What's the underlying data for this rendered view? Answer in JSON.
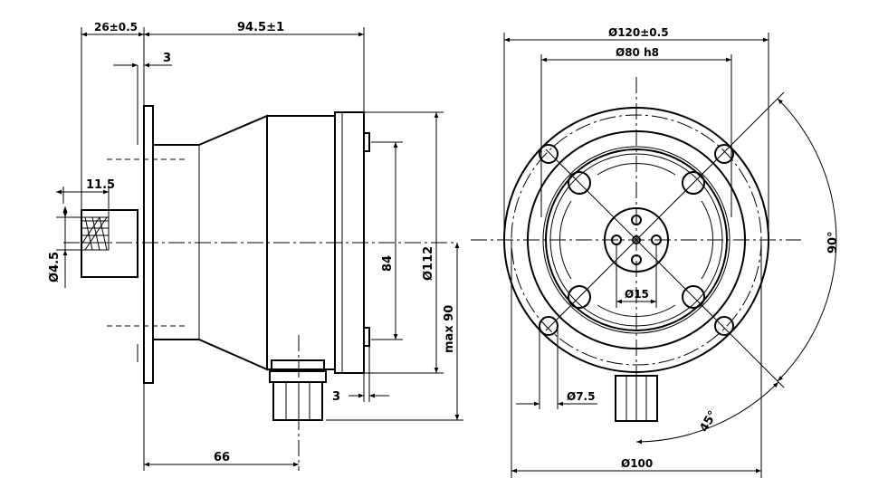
{
  "drawing": {
    "side_view": {
      "dim_flange_offset": "26±0.5",
      "dim_body_length": "94.5±1",
      "dim_flange_thickness": "3",
      "dim_shaft_length": "11.5",
      "dim_shaft_diameter": "Ø4.5",
      "dim_mount_spacing": "84",
      "dim_body_diameter": "Ø112",
      "dim_max_height": "max 90",
      "dim_gland_offset": "3",
      "dim_flange_to_gland": "66"
    },
    "front_view": {
      "dim_outer_diameter": "Ø120±0.5",
      "dim_spigot_diameter": "Ø80 h8",
      "dim_hub_diameter": "Ø15",
      "dim_hole_diameter": "Ø7.5",
      "dim_bolt_circle": "Ø100",
      "dim_angle_90": "90°",
      "dim_angle_45": "45°"
    }
  }
}
